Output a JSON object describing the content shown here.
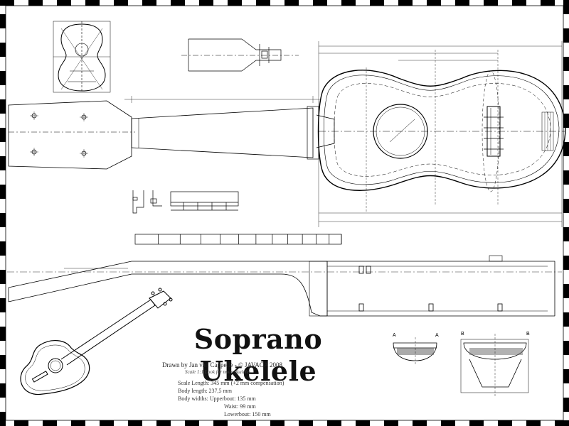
{
  "title": "Soprano Ukelele",
  "credit": "Drawn by Jan van Cappelle - © JAVACA 2008",
  "scale_note": "Scale 1:1   Look for more ukuleles",
  "specs": [
    "Scale Length: 345 mm (+2 mm compensation)",
    "Body length: 237,5 mm",
    "Body widths:   Upperbout: 135 mm",
    "Waist: 99 mm",
    "Lowerbout: 150 mm"
  ],
  "section_labels": [
    "A",
    "A",
    "B",
    "B"
  ],
  "colors": {
    "ink": "#000000",
    "paper": "#ffffff"
  }
}
